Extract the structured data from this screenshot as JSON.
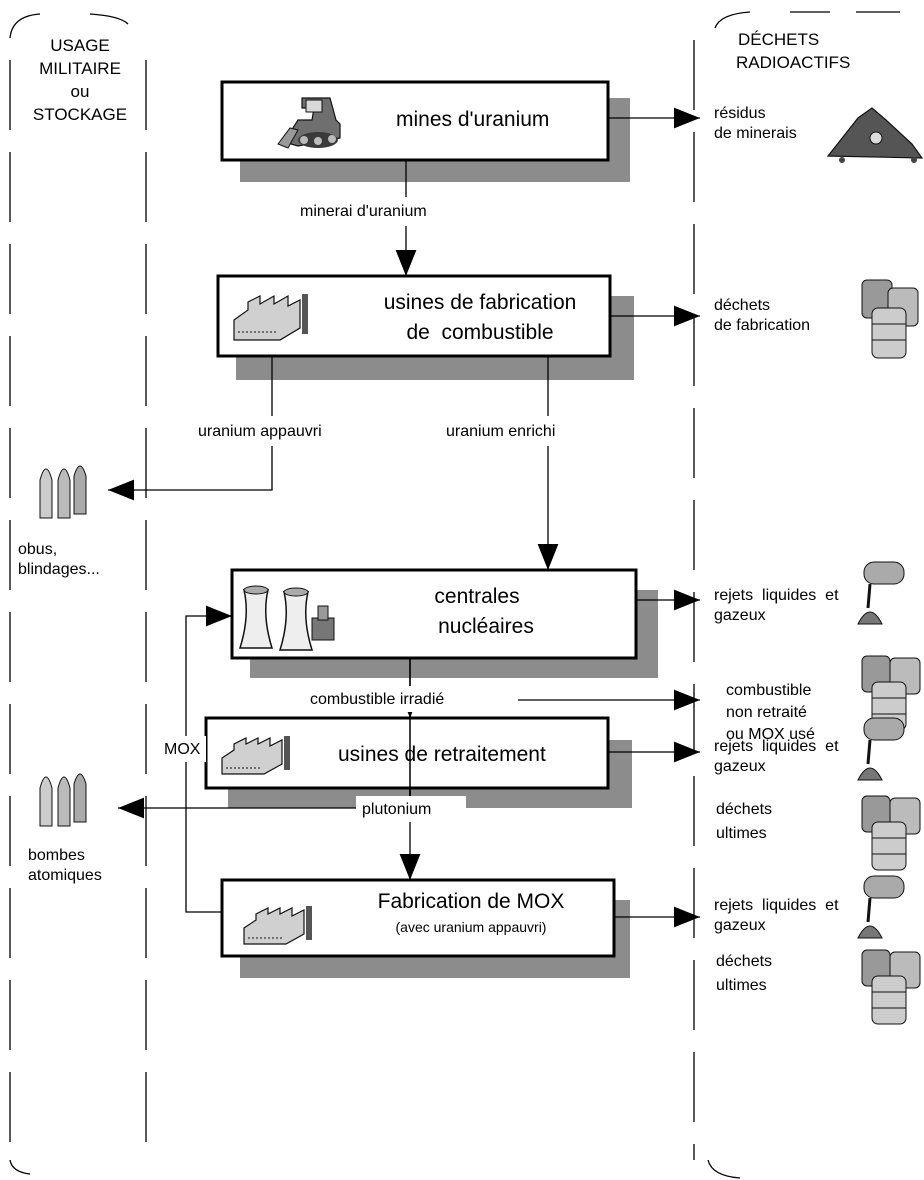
{
  "columns": {
    "left": {
      "line1": "USAGE",
      "line2": "MILITAIRE",
      "line3": "ou",
      "line4": "STOCKAGE"
    },
    "right": {
      "line1": "DÉCHETS",
      "line2": "RADIOACTIFS"
    }
  },
  "boxes": {
    "mines": {
      "title": "mines d'uranium",
      "icon": "bulldozer-icon"
    },
    "fabrication": {
      "title_line1": "usines de fabrication",
      "title_line2": "de  combustible",
      "icon": "factory-icon"
    },
    "centrales": {
      "title_line1": "centrales",
      "title_line2": "nucléaires",
      "icon": "cooling-towers-icon"
    },
    "retraitement": {
      "title": "usines de retraitement",
      "icon": "factory-icon"
    },
    "mox": {
      "title": "Fabrication de MOX",
      "subtitle": "(avec uranium appauvri)",
      "icon": "factory-icon"
    }
  },
  "flows": {
    "minerai": "minerai d'uranium",
    "uranium_appauvri": "uranium appauvri",
    "uranium_enrichi": "uranium enrichi",
    "combustible_irradie": "combustible irradié",
    "plutonium": "plutonium",
    "mox": "MOX"
  },
  "military": {
    "obus_line1": "obus,",
    "obus_line2": "blindages...",
    "bombes_line1": "bombes",
    "bombes_line2": "atomiques",
    "icon": "shells-icon"
  },
  "waste": {
    "residus_line1": "résidus",
    "residus_line2": "de minerais",
    "fab_line1": "déchets",
    "fab_line2": "de fabrication",
    "rejets1_line1": "rejets  liquides  et",
    "rejets1_line2": "gazeux",
    "combustible_line1": "combustible",
    "combustible_line2": "non retraité",
    "combustible_line3": "ou MOX usé",
    "rejets2_line1": "rejets  liquides  et",
    "rejets2_line2": "gazeux",
    "ultimes1_line1": "déchets",
    "ultimes1_line2": "ultimes",
    "rejets3_line1": "rejets  liquides  et",
    "rejets3_line2": "gazeux",
    "ultimes2_line1": "déchets",
    "ultimes2_line2": "ultimes",
    "icons": [
      "ore-pile-icon",
      "barrels-icon",
      "pouring-container-icon"
    ]
  }
}
